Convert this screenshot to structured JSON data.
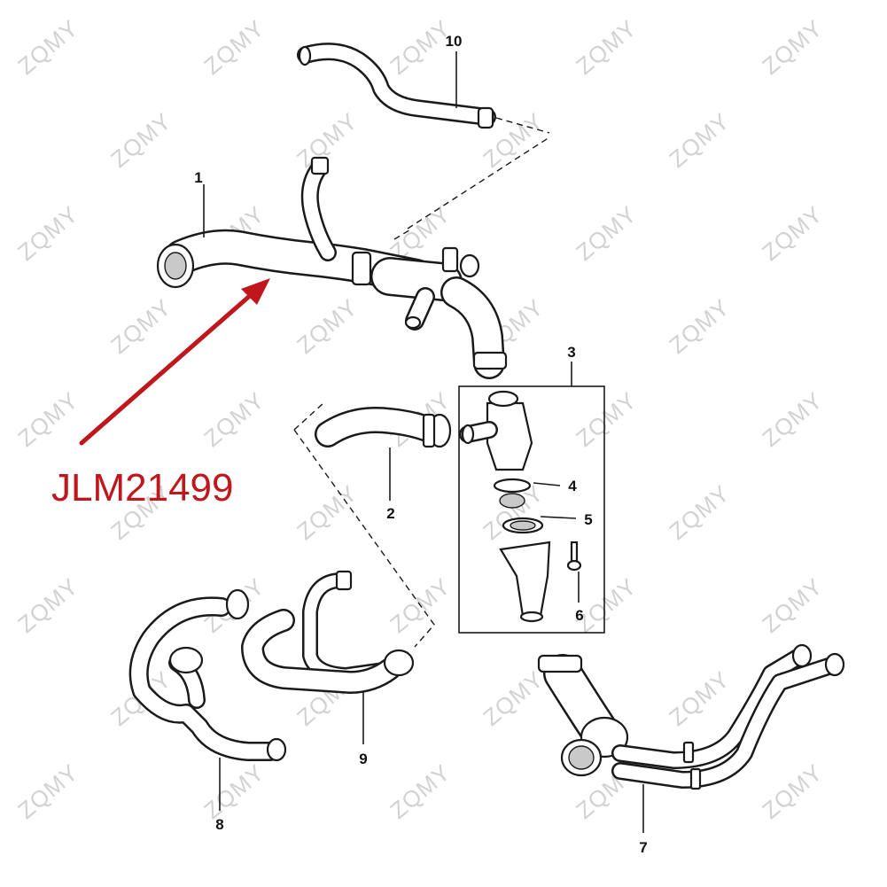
{
  "watermark": {
    "text": "ZQMY",
    "color": "#d2d2d2"
  },
  "callouts": {
    "p1": "1",
    "p2": "2",
    "p3": "3",
    "p4": "4",
    "p5": "5",
    "p6": "6",
    "p7": "7",
    "p8": "8",
    "p9": "9",
    "p10": "10"
  },
  "highlight": {
    "part_code": "JLM21499",
    "color": "#c0171d"
  }
}
